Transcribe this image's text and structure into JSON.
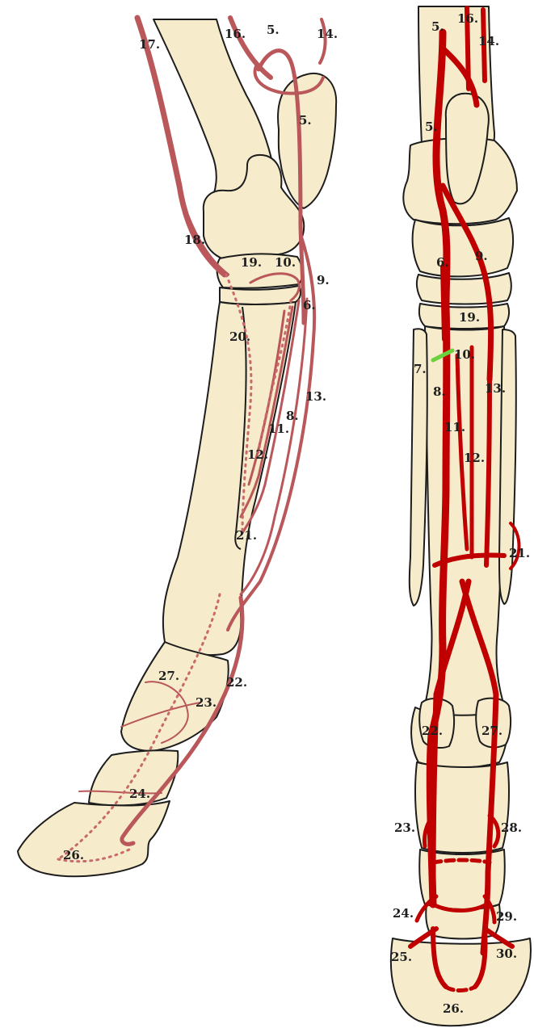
{
  "colors": {
    "bone_fill": "#f6eccb",
    "outline": "#1d1d1d",
    "left_artery": "#b9575a",
    "right_artery": "#c00000",
    "highlight": "#6ad13d",
    "background": "#ffffff"
  },
  "left_view": {
    "labels": {
      "l5a": "5.",
      "l5b": "5.",
      "l6": "6.",
      "l8": "8.",
      "l9": "9.",
      "l10": "10.",
      "l11": "11.",
      "l12": "12.",
      "l13": "13.",
      "l14": "14.",
      "l16": "16.",
      "l17": "17.",
      "l18": "18.",
      "l19": "19.",
      "l20": "20.",
      "l21": "21.",
      "l22": "22.",
      "l23": "23.",
      "l24": "24.",
      "l26": "26.",
      "l27": "27."
    }
  },
  "right_view": {
    "labels": {
      "r5a": "5.",
      "r5b": "5.",
      "r6": "6.",
      "r7": "7.",
      "r8": "8.",
      "r9": "9.",
      "r10": "10.",
      "r11": "11.",
      "r12": "12.",
      "r13": "13.",
      "r14": "14.",
      "r16": "16.",
      "r19": "19.",
      "r21": "21.",
      "r22": "22.",
      "r23": "23.",
      "r24": "24.",
      "r25": "25.",
      "r26": "26.",
      "r27": "27.",
      "r28": "28.",
      "r29": "29.",
      "r30": "30."
    }
  }
}
